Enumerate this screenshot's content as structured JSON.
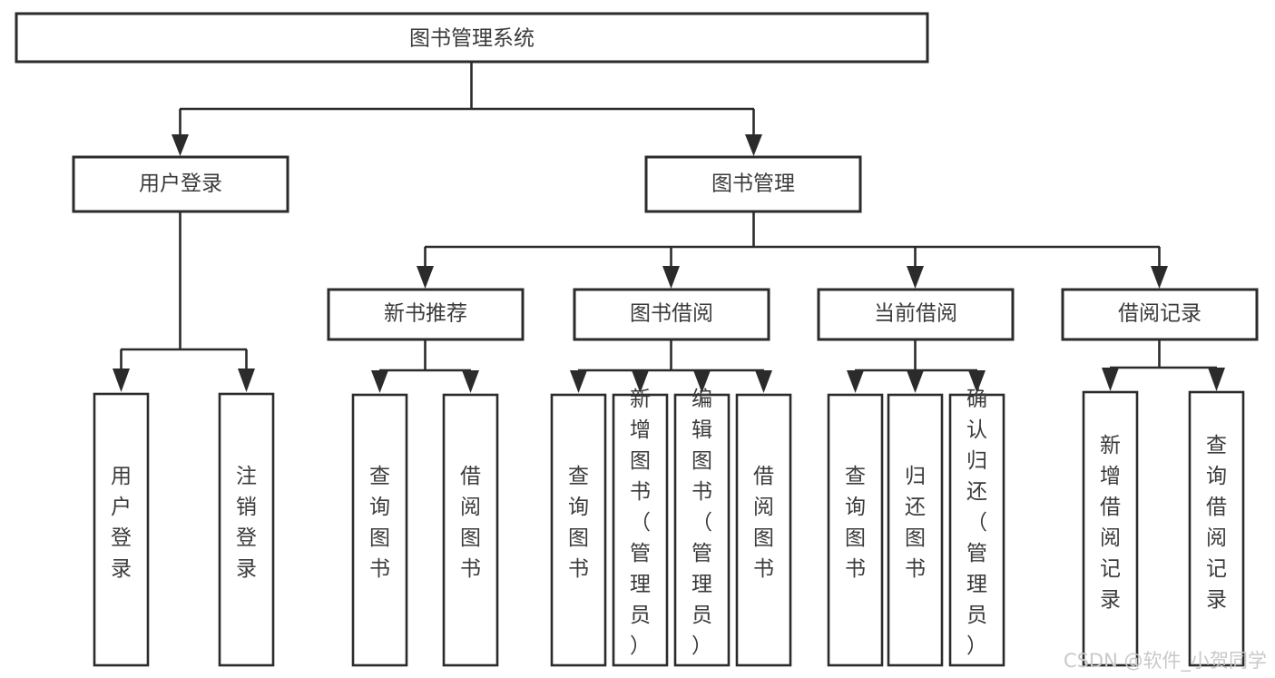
{
  "diagram": {
    "title": "图书管理系统",
    "type": "tree-hierarchy-diagram",
    "colors": {
      "box_border": "#2b2b2b",
      "box_fill": "#ffffff",
      "text": "#3b3b3b",
      "connector": "#2b2b2b",
      "watermark": "#c9c9c9",
      "background": "#ffffff"
    },
    "root": {
      "label": "图书管理系统"
    },
    "level2": [
      {
        "label": "用户登录"
      },
      {
        "label": "图书管理"
      }
    ],
    "level3": [
      {
        "label": "新书推荐"
      },
      {
        "label": "图书借阅"
      },
      {
        "label": "当前借阅"
      },
      {
        "label": "借阅记录"
      }
    ],
    "leaves": {
      "user_login": [
        {
          "label": "用户登录"
        },
        {
          "label": "注销登录"
        }
      ],
      "new_book_recommend": [
        {
          "label": "查询图书"
        },
        {
          "label": "借阅图书"
        }
      ],
      "book_borrow": [
        {
          "label": "查询图书"
        },
        {
          "label": "新增图书（管理员）"
        },
        {
          "label": "编辑图书（管理员）"
        },
        {
          "label": "借阅图书"
        }
      ],
      "current_borrow": [
        {
          "label": "查询图书"
        },
        {
          "label": "归还图书"
        },
        {
          "label": "确认归还（管理员）"
        }
      ],
      "borrow_record": [
        {
          "label": "新增借阅记录"
        },
        {
          "label": "查询借阅记录"
        }
      ]
    }
  },
  "watermark": {
    "text": "CSDN @软件_小贺同学"
  }
}
